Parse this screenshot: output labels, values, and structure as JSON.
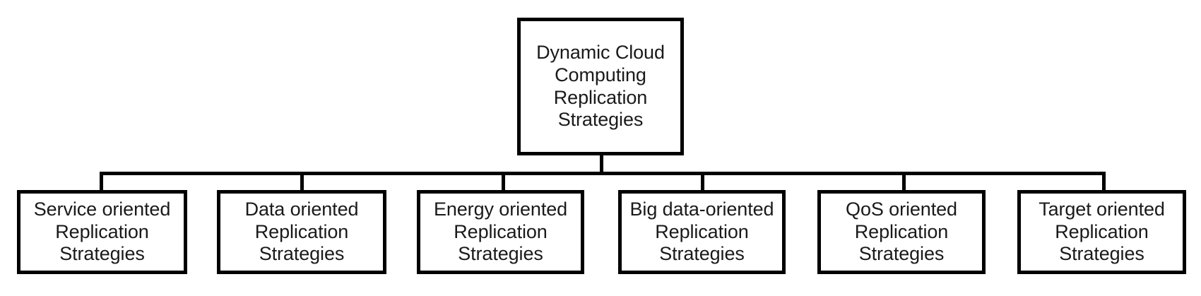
{
  "diagram": {
    "type": "tree-hierarchy",
    "background_color": "#ffffff",
    "line_color": "#000000",
    "text_color": "#1a1a1a",
    "root": {
      "label": "Dynamic Cloud\nComputing\nReplication\nStrategies"
    },
    "children": [
      {
        "label": "Service oriented\nReplication\nStrategies"
      },
      {
        "label": "Data oriented\nReplication\nStrategies"
      },
      {
        "label": "Energy oriented\nReplication\nStrategies"
      },
      {
        "label": "Big data-oriented\nReplication\nStrategies"
      },
      {
        "label": "QoS oriented\nReplication\nStrategies"
      },
      {
        "label": "Target oriented\nReplication\nStrategies"
      }
    ]
  }
}
